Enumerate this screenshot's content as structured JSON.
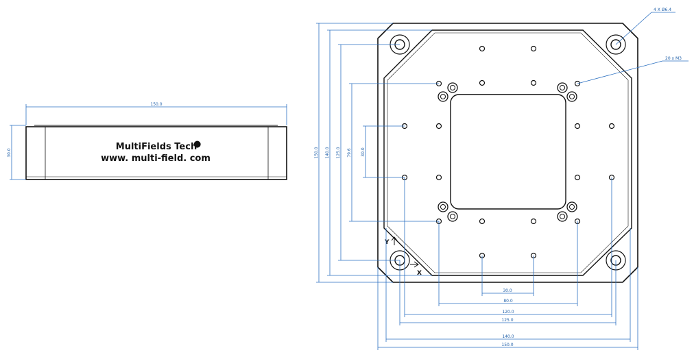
{
  "side_view": {
    "brand_line1": "MultiFields Tech",
    "brand_mark": "●",
    "brand_line2": "www. multi-field. com",
    "dim_width": "150.0",
    "dim_height": "30.0"
  },
  "top_view": {
    "callout_holes": "4 X Ø6.4",
    "callout_threads": "20 x  M3",
    "axis_y": "Y",
    "axis_x": "X",
    "dims_left": [
      "150.0",
      "140.0",
      "125.0",
      "79.6",
      "30.0"
    ],
    "dims_bottom": [
      "30.0",
      "80.0",
      "120.0",
      "125.0",
      "140.0",
      "150.0"
    ]
  },
  "colors": {
    "dimension": "#2a6fc0",
    "ink": "#111111"
  }
}
